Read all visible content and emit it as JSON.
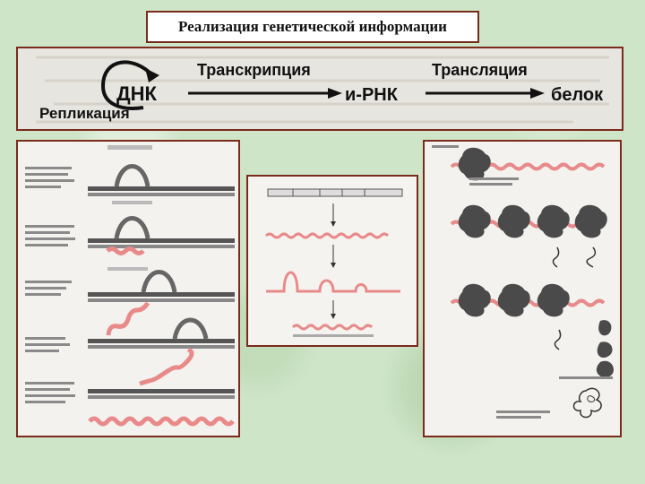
{
  "title": "Реализация генетической информации",
  "scheme": {
    "dna": "ДНК",
    "transcription": "Транскрипция",
    "translation": "Трансляция",
    "mrna": "и-РНК",
    "protein": "белок",
    "replication": "Репликация"
  },
  "colors": {
    "frame": "#7a2b1c",
    "rna": "#e88a8a",
    "dna": "#555555",
    "ribosome": "#4a4a4a"
  }
}
